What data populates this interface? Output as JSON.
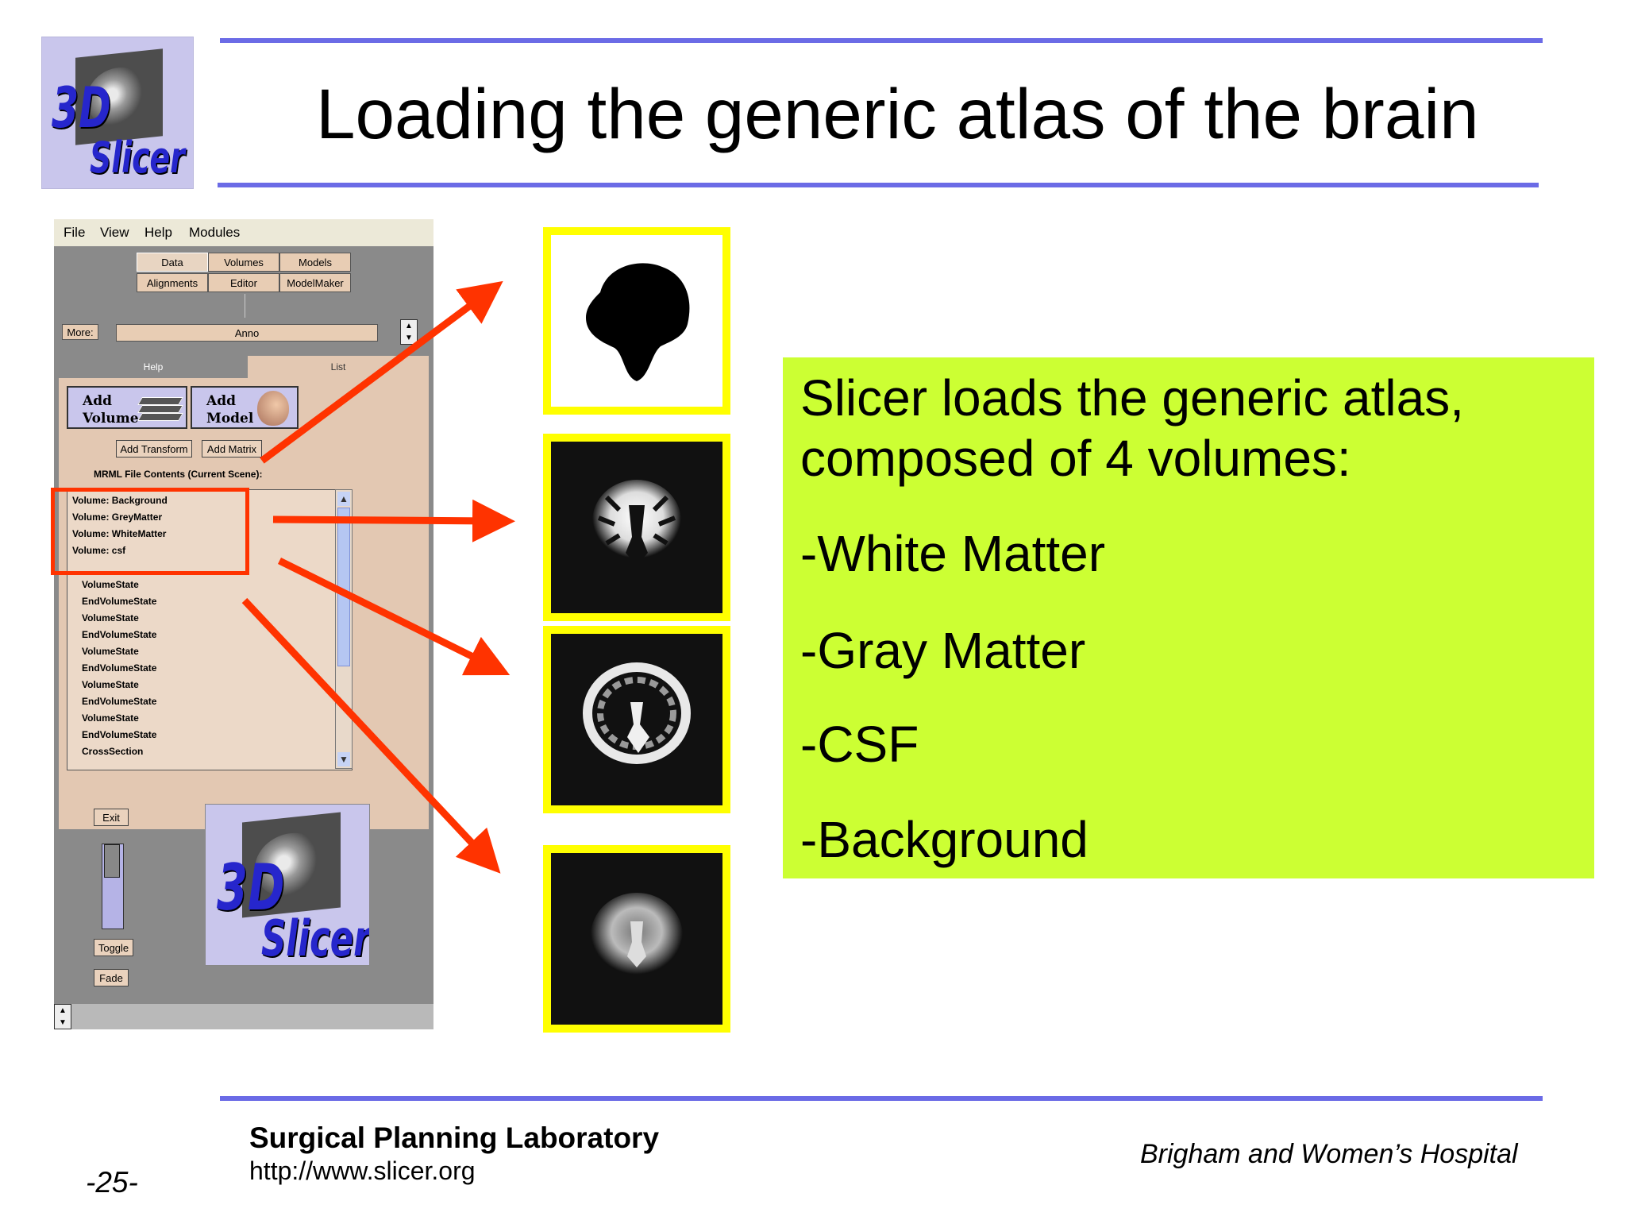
{
  "slide": {
    "title": "Loading the generic atlas of the brain",
    "page_number": "-25-"
  },
  "logo": {
    "line1": "3D",
    "line2": "Slicer"
  },
  "slicer_window": {
    "menu": [
      "File",
      "View",
      "Help",
      "Modules"
    ],
    "module_tabs": [
      "Data",
      "Volumes",
      "Models",
      "Alignments",
      "Editor",
      "ModelMaker"
    ],
    "more_label": "More:",
    "anno_label": "Anno",
    "panel_tabs": [
      "Help",
      "List"
    ],
    "add_volume": "Add\nVolume",
    "add_model": "Add\nModel",
    "add_transform": "Add Transform",
    "add_matrix": "Add Matrix",
    "mrml_label": "MRML File Contents (Current Scene):",
    "list_items": [
      "Volume: Background",
      "Volume: GreyMatter",
      "Volume: WhiteMatter",
      "Volume: csf",
      "VolumeState",
      "EndVolumeState",
      "VolumeState",
      "EndVolumeState",
      "VolumeState",
      "EndVolumeState",
      "VolumeState",
      "EndVolumeState",
      "VolumeState",
      "EndVolumeState",
      "CrossSection"
    ],
    "exit_label": "Exit",
    "toggle_label": "Toggle",
    "fade_label": "Fade"
  },
  "info_box": {
    "line1": "Slicer loads the generic atlas,",
    "line2": "composed of 4 volumes:",
    "items": [
      "-White Matter",
      "-Gray Matter",
      "-CSF",
      "-Background"
    ]
  },
  "footer": {
    "lab": "Surgical Planning Laboratory",
    "url": "http://www.slicer.org",
    "hospital": "Brigham and Women’s Hospital"
  },
  "colors": {
    "rule": "#6b6be6",
    "highlight": "#ff3300",
    "frame": "#ffff00",
    "infobox": "#ccff33"
  }
}
